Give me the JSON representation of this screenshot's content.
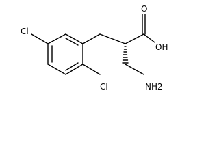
{
  "molecule": {
    "atoms": {
      "o_double": "O",
      "oh": "OH",
      "nh2": "NH2",
      "cl_left": "Cl",
      "cl_bottom": "Cl"
    },
    "stereo": {
      "c2_to_ch2": "hashed-wedge"
    }
  },
  "colors": {
    "bond": "#000000",
    "label": "#000000",
    "background": "#ffffff"
  }
}
